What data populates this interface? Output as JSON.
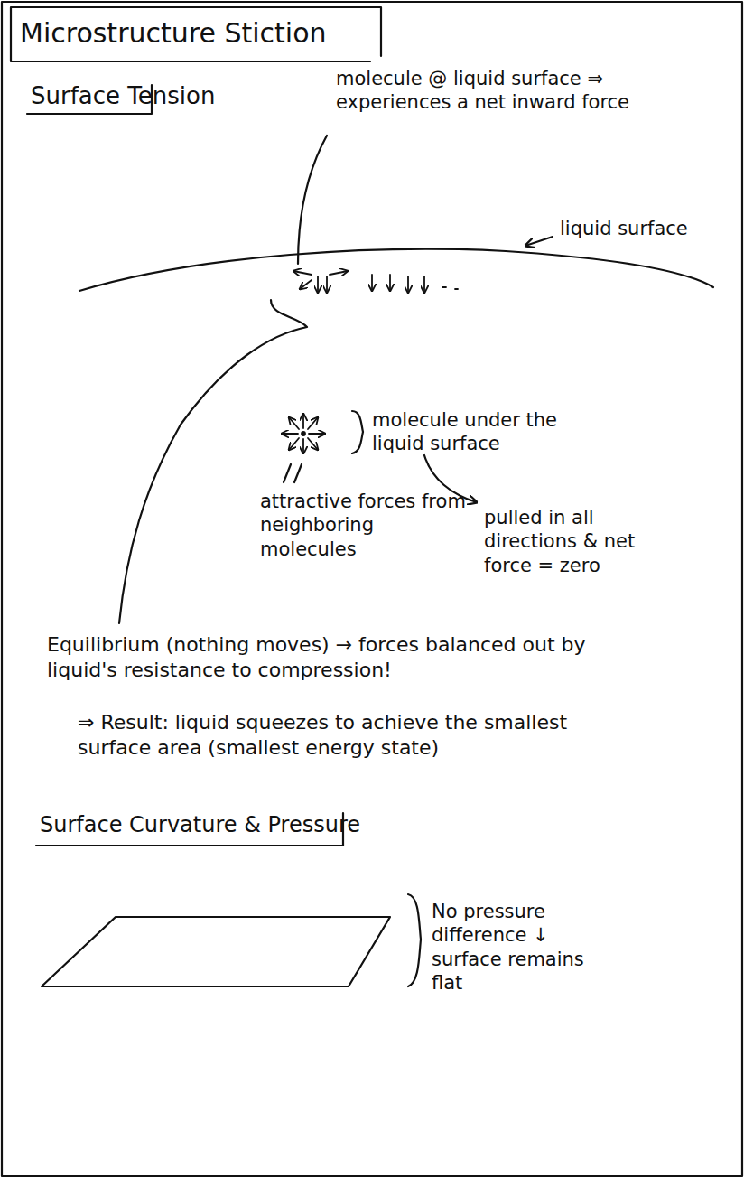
{
  "diagram": {
    "title": "Microstructure Stiction",
    "labels": [
      "Surface Tension",
      "molecule @ liquid surface ⇒ experiences a net inward force",
      "liquid surface",
      "molecule under the liquid surface",
      "attractive forces from neighboring molecules",
      "pulled in all directions & net force = zero",
      "Equilibrium (nothing moves) → forces balanced out by liquid's resistance to compression!",
      "⇒ Result: liquid squeezes to achieve the smallest surface area (smallest energy state)",
      "Surface Curvature & Pressure",
      "No pressure difference ↓ surface remains flat"
    ]
  }
}
